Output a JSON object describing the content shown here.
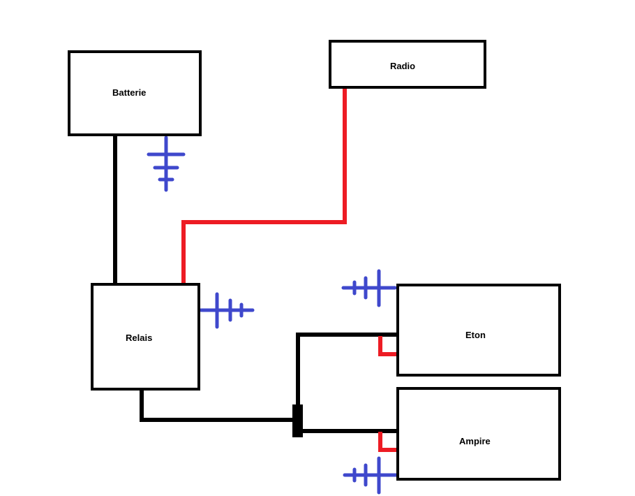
{
  "components": {
    "battery": "Batterie",
    "radio": "Radio",
    "relay": "Relais",
    "eton": "Eton",
    "ampire": "Ampire"
  },
  "colors": {
    "box_border": "#000000",
    "ground_wire": "#000000",
    "power_wire": "#ed1c24",
    "ground_symbol": "#3f48cc",
    "background": "#ffffff"
  },
  "icons": {
    "ground": "ground-symbol-icon"
  }
}
